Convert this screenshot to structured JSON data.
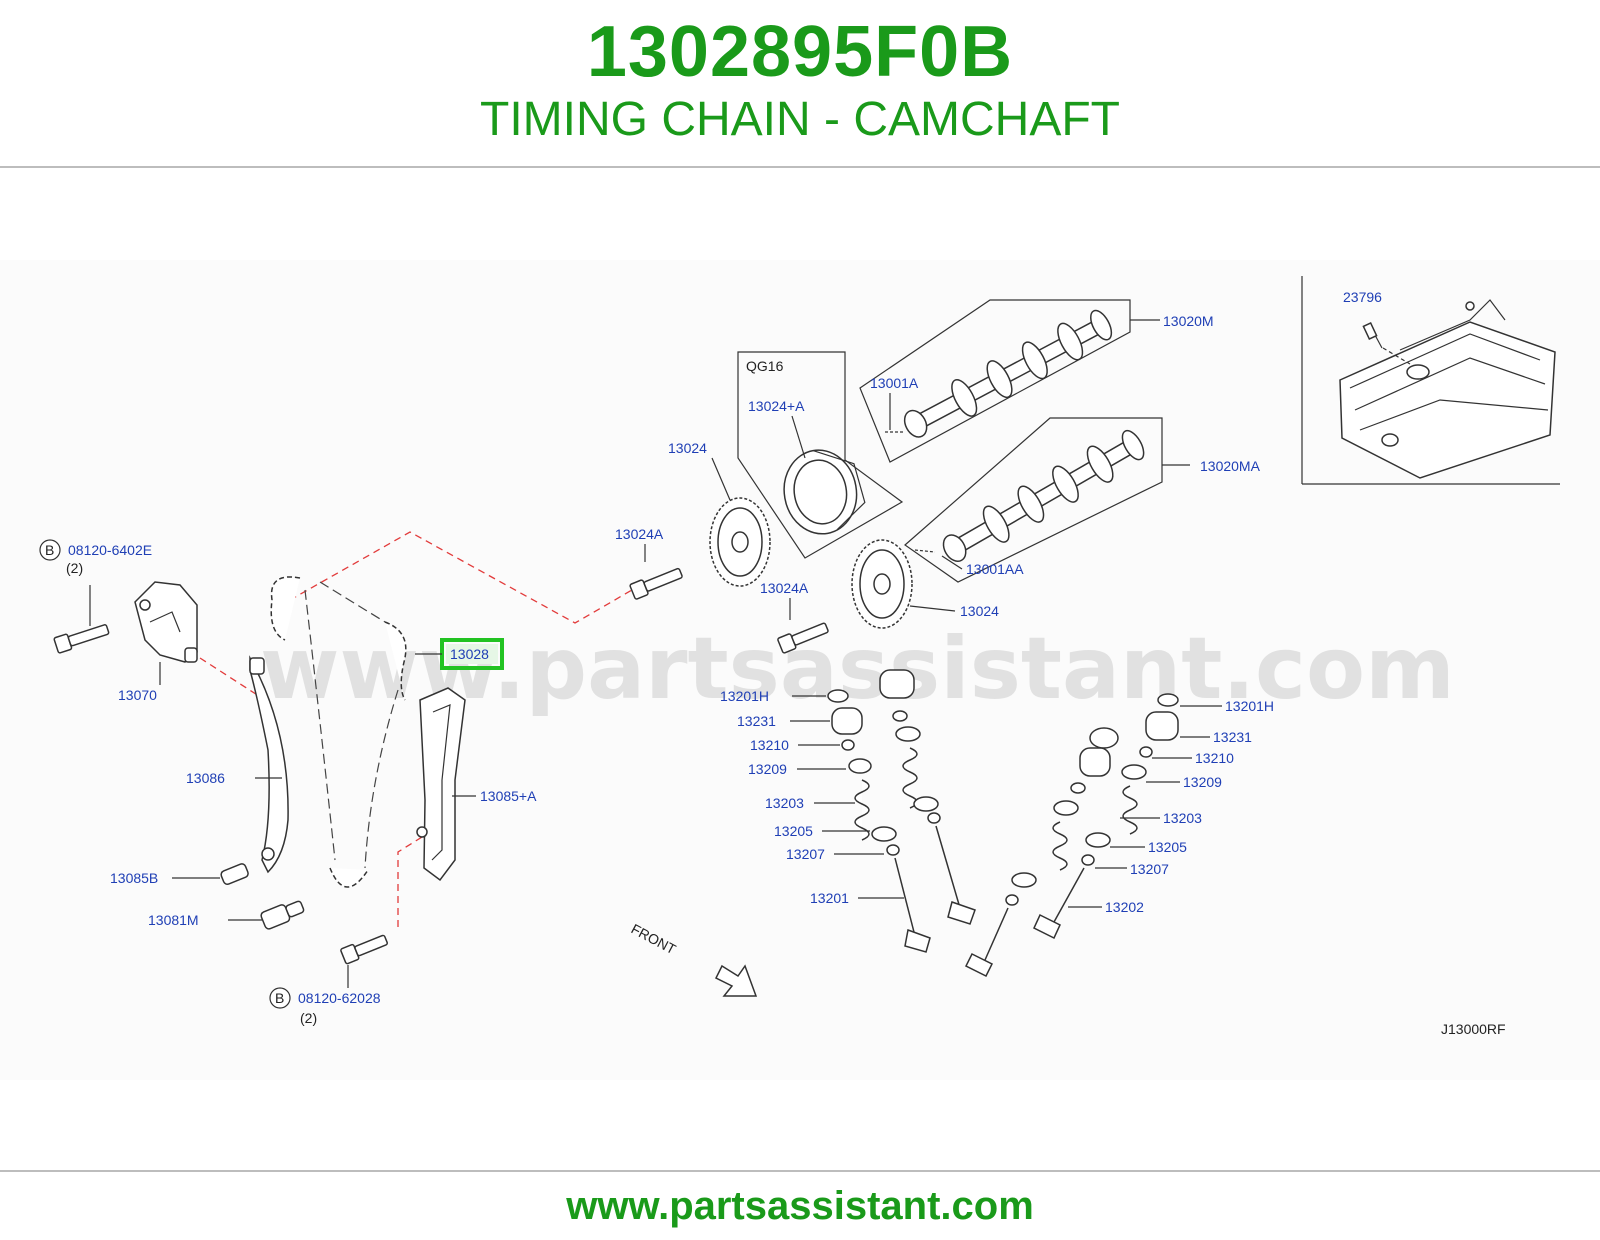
{
  "header": {
    "part_number": "1302895F0B",
    "title": "TIMING CHAIN - CAMCHAFT"
  },
  "footer": {
    "url": "www.partsassistant.com"
  },
  "diagram": {
    "watermark": "www.partsassistant.com",
    "engine_box_label": "QG16",
    "front_label": "FRONT",
    "code": "J13000RF",
    "highlight_color": "#22c322",
    "callouts": {
      "p23796": "23796",
      "p13020M": "13020M",
      "p13001A": "13001A",
      "p13024pA": "13024+A",
      "p13024_top": "13024",
      "p13020MA": "13020MA",
      "p13024A_top": "13024A",
      "p13001AA": "13001AA",
      "p13024A_mid": "13024A",
      "p13024_mid": "13024",
      "p08120_6402E": "08120-6402E",
      "qty_top": "(2)",
      "b_top": "B",
      "p13070": "13070",
      "p13028": "13028",
      "p13086": "13086",
      "p13085pA": "13085+A",
      "p13085B": "13085B",
      "p13081M": "13081M",
      "p08120_62028": "08120-62028",
      "qty_bottom": "(2)",
      "b_bottom": "B",
      "p13201H_l": "13201H",
      "p13231_l": "13231",
      "p13210_l": "13210",
      "p13209_l": "13209",
      "p13203_l": "13203",
      "p13205_l": "13205",
      "p13207_l": "13207",
      "p13201": "13201",
      "p13201H_r": "13201H",
      "p13231_r": "13231",
      "p13210_r": "13210",
      "p13209_r": "13209",
      "p13203_r": "13203",
      "p13205_r": "13205",
      "p13207_r": "13207",
      "p13202": "13202"
    }
  }
}
